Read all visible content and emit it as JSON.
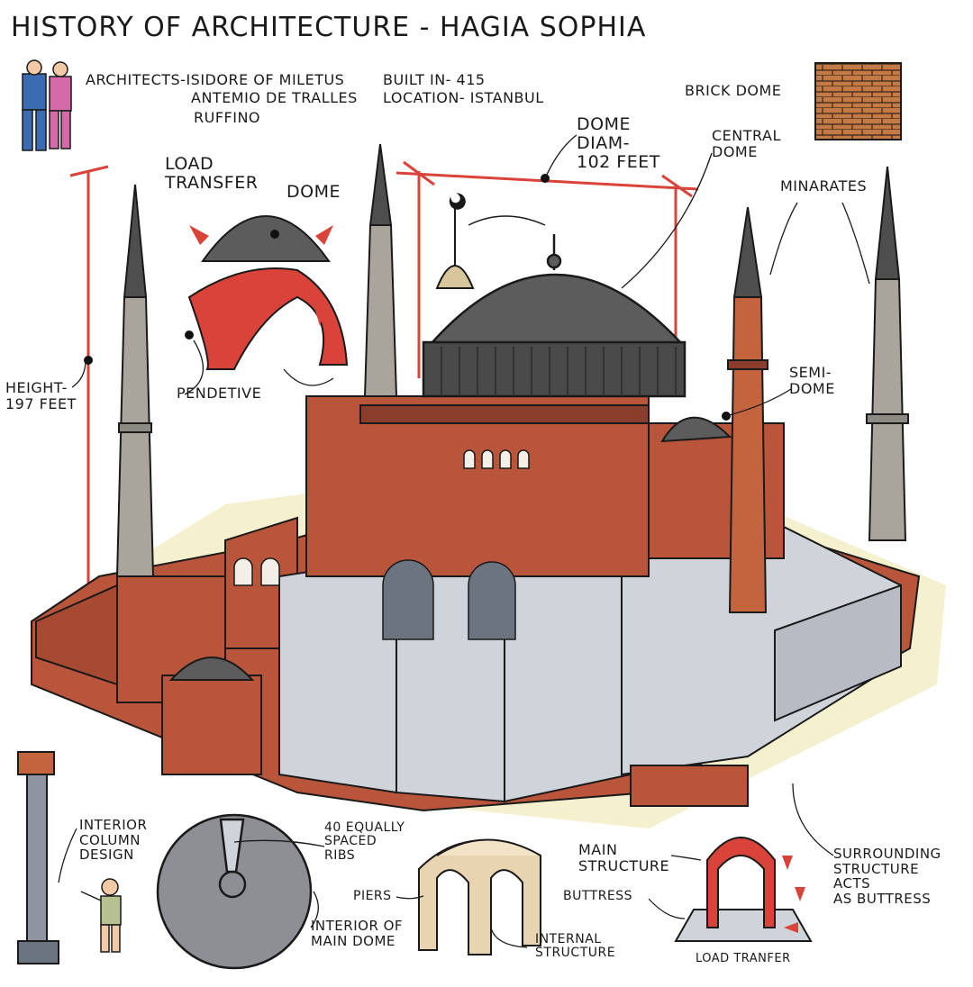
{
  "title": "HISTORY OF ARCHITECTURE - HAGIA SOPHIA",
  "info": {
    "architects": "ARCHITECTS-ISIDORE OF MILETUS",
    "architect_2": "ANTEMIO DE TRALLES",
    "architect_3": "RUFFINO",
    "built": "BUILT IN- 415",
    "location": "LOCATION- ISTANBUL"
  },
  "labels": {
    "brick_dome": "BRICK DOME",
    "dome_diam": "DOME\nDIAM-\n102 FEET",
    "central_dome": "CENTRAL\nDOME",
    "load_transfer": "LOAD\nTRANSFER",
    "dome": "DOME",
    "minarates": "MINARATES",
    "height": "HEIGHT-\n197 FEET",
    "pendetive": "PENDETIVE",
    "semi_dome": "SEMI-\nDOME",
    "interior_column": "INTERIOR\nCOLUMN\nDESIGN",
    "ribs": "40 EQUALLY\nSPACED\nRIBS",
    "piers": "PIERS",
    "interior_main_dome": "INTERIOR OF\nMAIN DOME",
    "internal_structure": "INTERNAL\nSTRUCTURE",
    "main_structure": "MAIN\nSTRUCTURE",
    "buttress": "BUTTRESS",
    "load_tranfer": "LOAD TRANFER",
    "surrounding": "SURROUNDING\nSTRUCTURE\nACTS\nAS BUTTRESS"
  },
  "colors": {
    "brick": "#b9553a",
    "dome_grey": "#5c5c5c",
    "stone": "#cfd3da",
    "guide_red": "#d9433a",
    "sand": "#e8d4b0"
  }
}
